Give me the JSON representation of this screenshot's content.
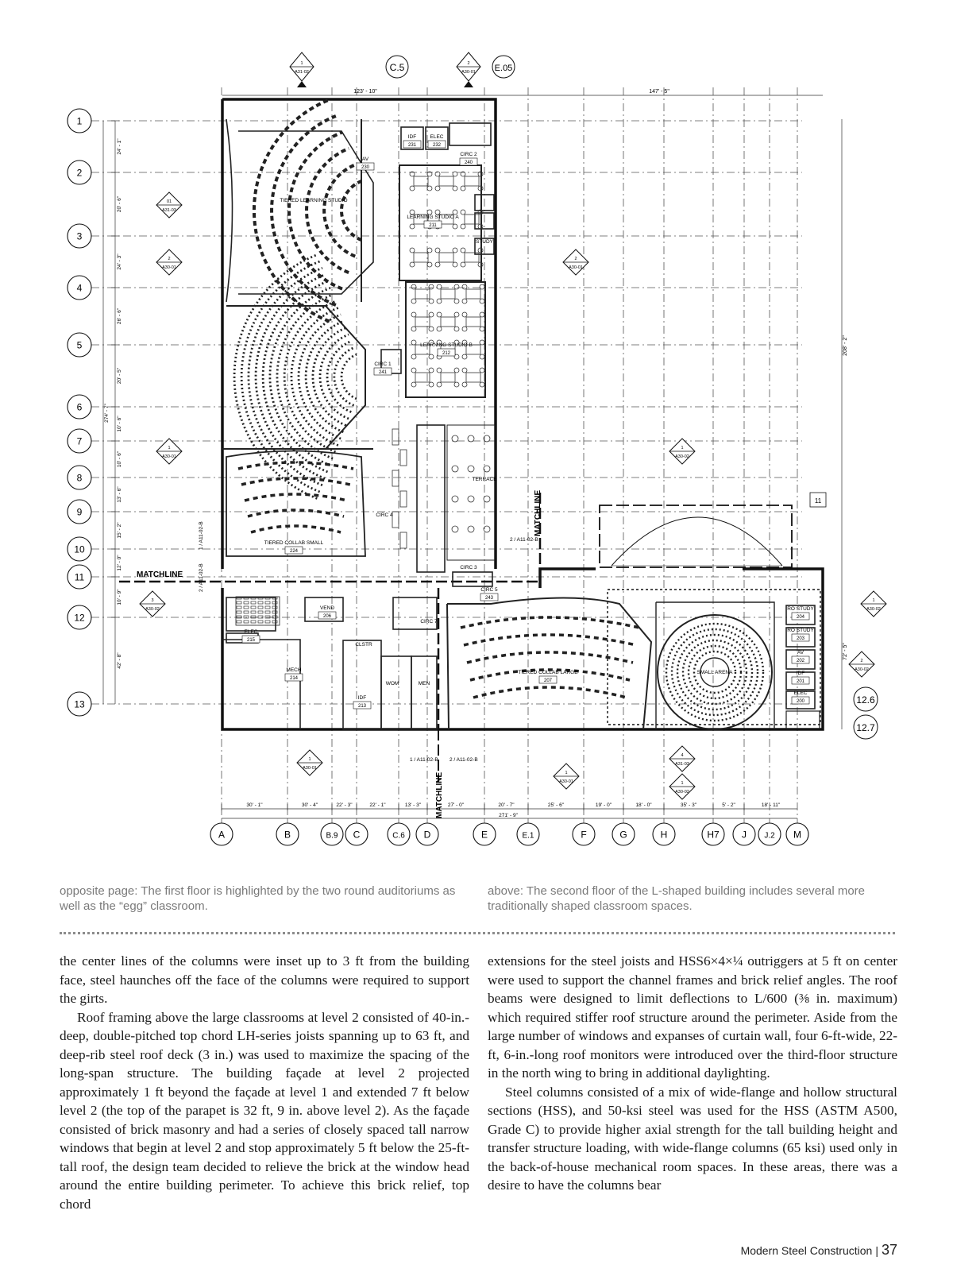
{
  "plan": {
    "top_bubbles": [
      "C.5",
      "E.05"
    ],
    "top_section_markers": [
      {
        "top": "1",
        "bottom": "A31-02"
      },
      {
        "top": "2",
        "bottom": "A30-01"
      }
    ],
    "top_dims": [
      "123' - 10\"",
      "147' - 5\""
    ],
    "row_bubbles": [
      "1",
      "2",
      "3",
      "4",
      "5",
      "6",
      "7",
      "8",
      "9",
      "10",
      "11",
      "12",
      "13"
    ],
    "right_bubbles": [
      "12.6",
      "12.7"
    ],
    "bottom_bubbles": [
      "A",
      "B",
      "B.9",
      "C",
      "C.6",
      "D",
      "E",
      "E.1",
      "F",
      "G",
      "H",
      "H7",
      "J",
      "J.2",
      "M"
    ],
    "left_dims": [
      "24' - 1\"",
      "20' - 6\"",
      "24' - 3\"",
      "26' - 6\"",
      "20' - 5\"",
      "10' - 6\"",
      "10' - 6\"",
      "13' - 6\"",
      "15' - 2\"",
      "12' - 0\"",
      "10' - 9\"",
      "42' - 8\""
    ],
    "left_total": "274' - 7\"",
    "right_dims": [
      "208' - 2\"",
      "72' - 5\""
    ],
    "bottom_dims": [
      "30' - 1\"",
      "30' - 4\"",
      "22' - 3\"",
      "22' - 1\"",
      "13' - 3\"",
      "27' - 0\"",
      "20' - 7\"",
      "25' - 6\"",
      "19' - 0\"",
      "18' - 0\"",
      "35' - 3\"",
      "5' - 2\"",
      "18' - 11\""
    ],
    "bottom_total": "271' - 9\"",
    "matchline_labels": [
      "MATCHLINE",
      "MATCHLINE",
      "MATCHLINE"
    ],
    "matchline_refs": [
      "2 / A11-02-B",
      "1 / A11-02-B",
      "2 / A11-02-B",
      "1 / A11-02-B",
      "2 / A11-02-B"
    ],
    "side_markers": [
      {
        "top": "01",
        "bottom": "A31-03"
      },
      {
        "top": "2",
        "bottom": "A30-01"
      },
      {
        "top": "2",
        "bottom": "A30-01"
      },
      {
        "top": "1",
        "bottom": "A30-02"
      },
      {
        "top": "1",
        "bottom": "A30-01"
      },
      {
        "top": "3",
        "bottom": "A30-02"
      },
      {
        "top": "1",
        "bottom": "A30-02"
      },
      {
        "top": "2",
        "bottom": "A30-02"
      },
      {
        "top": "1",
        "bottom": "A30-01"
      },
      {
        "top": "1",
        "bottom": "A30-01"
      },
      {
        "top": "4",
        "bottom": "A31-03"
      },
      {
        "top": "1",
        "bottom": "A30-02"
      }
    ],
    "room_tag_11": "11",
    "rooms": [
      {
        "name": "TIERED LEARNING STUDIO",
        "num": ""
      },
      {
        "name": "LEARNING STUDIO A",
        "num": "211"
      },
      {
        "name": "LEARNING STUDIO B",
        "num": "212"
      },
      {
        "name": "IDF",
        "num": "231"
      },
      {
        "name": "ELEC",
        "num": "232"
      },
      {
        "name": "CIRC 2",
        "num": "240"
      },
      {
        "name": "AV",
        "num": "230"
      },
      {
        "name": "STUDY",
        "num": ""
      },
      {
        "name": "CIRC 1",
        "num": "241"
      },
      {
        "name": "CIRC 4",
        "num": ""
      },
      {
        "name": "CIRC 3",
        "num": ""
      },
      {
        "name": "TERRACE",
        "num": ""
      },
      {
        "name": "TIERED COLLAB SMALL",
        "num": "224"
      },
      {
        "name": "ELEC",
        "num": "215"
      },
      {
        "name": "VEND",
        "num": "206"
      },
      {
        "name": "CIRC 7",
        "num": ""
      },
      {
        "name": "CIRC 5",
        "num": "243"
      },
      {
        "name": "CLSTR",
        "num": ""
      },
      {
        "name": "MECH",
        "num": "214"
      },
      {
        "name": "IDF",
        "num": "213"
      },
      {
        "name": "WOM",
        "num": ""
      },
      {
        "name": "MEN",
        "num": ""
      },
      {
        "name": "TIERED COLLAB LARGE",
        "num": "207"
      },
      {
        "name": "SMALL ARENA",
        "num": ""
      },
      {
        "name": "RO STUDY",
        "num": "204"
      },
      {
        "name": "RO STUDY",
        "num": "203"
      },
      {
        "name": "AV",
        "num": "202"
      },
      {
        "name": "IDF",
        "num": "201"
      },
      {
        "name": "ELEC",
        "num": "200"
      }
    ]
  },
  "captions": {
    "left": "opposite page: The first floor is highlighted by the two round auditoriums as well as the “egg” classroom.",
    "right": "above: The second floor of the L-shaped building includes several more traditionally shaped classroom spaces."
  },
  "body": {
    "left": [
      "the center lines of the columns were inset up to 3 ft from the building face, steel haunches off the face of the columns were required to support the girts.",
      "Roof framing above the large classrooms at level 2 consisted of 40-in.-deep, double-pitched top chord LH-series joists spanning up to 63 ft, and deep-rib steel roof deck (3 in.) was used to maximize the spacing of the long-span structure. The building façade at level 2 projected approximately 1 ft beyond the façade at level 1 and extended 7 ft below level 2 (the top of the parapet is 32 ft, 9 in. above level 2). As the façade consisted of brick masonry and had a series of closely spaced tall narrow windows that begin at level 2 and stop approximately 5 ft below the 25-ft-tall roof, the design team decided to relieve the brick at the window head around the entire building perimeter. To achieve this brick relief, top chord"
    ],
    "right": [
      "extensions for the steel joists and HSS6×4×¼ outriggers at 5 ft on center were used to support the channel frames and brick relief angles. The roof beams were designed to limit deflections to L/600 (⅜ in. maximum) which required stiffer roof structure around the perimeter. Aside from the large number of windows and expanses of curtain wall, four 6-ft-wide, 22-ft, 6-in.-long roof monitors were introduced over the third-floor structure in the north wing to bring in additional daylighting.",
      "Steel columns consisted of a mix of wide-flange and hollow structural sections (HSS), and 50-ksi steel was used for the HSS (ASTM A500, Grade C) to provide higher axial strength for the tall building height and transfer structure loading, with wide-flange columns (65 ksi) used only in the back-of-house mechanical room spaces. In these areas, there was a desire to have the columns bear"
    ]
  },
  "footer": {
    "publication": "Modern Steel Construction",
    "separator": "|",
    "page_number": "37"
  }
}
